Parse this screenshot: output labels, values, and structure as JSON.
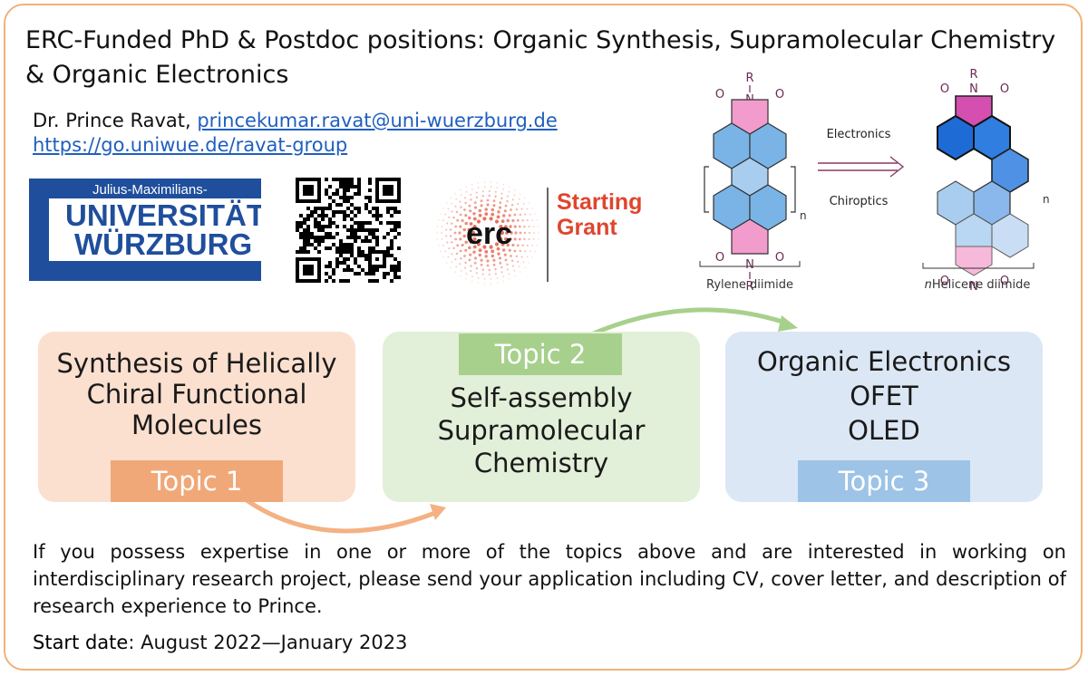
{
  "title": "ERC-Funded PhD & Postdoc positions: Organic Synthesis, Supramolecular Chemistry & Organic Electronics",
  "contact": {
    "name": "Dr. Prince Ravat",
    "email": "princekumar.ravat@uni-wuerzburg.de",
    "url": "https://go.uniwue.de/ravat-group"
  },
  "logos": {
    "university_line1": "Julius-Maximilians-",
    "university_line2": "UNIVERSITÄT",
    "university_line3": "WÜRZBURG",
    "erc_mark": "erc",
    "erc_line1": "Starting",
    "erc_line2": "Grant"
  },
  "chemistry": {
    "left_label": "Rylene diimide",
    "right_label_italic": "n",
    "right_label_rest": "Helicene diimide",
    "arrow_top": "Electronics",
    "arrow_bottom": "Chiroptics",
    "atom_R": "R",
    "atom_N": "N",
    "atom_O": "O",
    "subscript_n": "n"
  },
  "topics": [
    {
      "tag": "Topic 1",
      "lines": [
        "Synthesis of Helically",
        "Chiral Functional",
        "Molecules"
      ]
    },
    {
      "tag": "Topic 2",
      "lines": [
        "Self-assembly",
        "Supramolecular",
        "Chemistry"
      ]
    },
    {
      "tag": "Topic 3",
      "lines": [
        "Organic Electronics",
        "OFET",
        "OLED"
      ]
    }
  ],
  "paragraph": "If you possess expertise in one or more of the topics above and are interested in working on interdisciplinary research project, please send your application including CV, cover letter, and description of research experience to Prince.",
  "start": {
    "label": "Start date",
    "value": ": August 2022—January 2023"
  },
  "colors": {
    "frame": "#f0b27a",
    "link": "#1f5fbf",
    "uni_blue": "#1f4e9c",
    "erc_red": "#e0452d",
    "topic1_bg": "#fbe0cf",
    "topic1_tag": "#f0a878",
    "topic2_bg": "#e2efd9",
    "topic2_tag": "#a8d08d",
    "topic3_bg": "#dbe7f4",
    "topic3_tag": "#9dc3e6"
  }
}
